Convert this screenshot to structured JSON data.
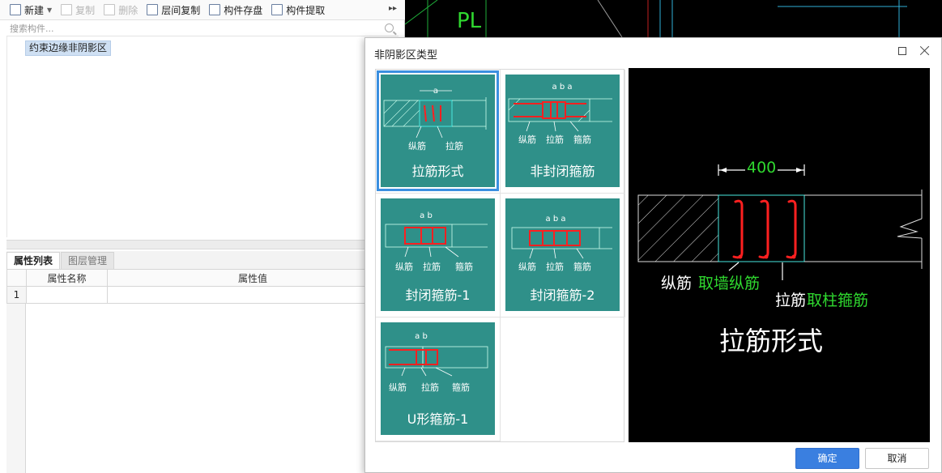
{
  "toolbar": {
    "new_label": "新建",
    "copy_label": "复制",
    "delete_label": "删除",
    "layer_copy_label": "层间复制",
    "save_label": "构件存盘",
    "extract_label": "构件提取"
  },
  "search": {
    "placeholder": "搜索构件..."
  },
  "tree": {
    "item": "约束边缘非阴影区"
  },
  "tabs": {
    "properties": "属性列表",
    "layers": "图层管理"
  },
  "prop_table": {
    "col_name": "属性名称",
    "col_value": "属性值",
    "row1_num": "1"
  },
  "cad_bg": {
    "text": "PL"
  },
  "dialog": {
    "title": "非阴影区类型",
    "ok_label": "确定",
    "cancel_label": "取消"
  },
  "tiles": [
    {
      "label": "拉筋形式",
      "dims": "a",
      "notes": [
        "纵筋",
        "拉筋"
      ],
      "selected": true
    },
    {
      "label": "非封闭箍筋",
      "dims": "a  b  a",
      "notes": [
        "纵筋",
        "拉筋",
        "箍筋"
      ],
      "selected": false
    },
    {
      "label": "封闭箍筋-1",
      "dims": "a  b",
      "notes": [
        "纵筋",
        "拉筋",
        "箍筋"
      ],
      "selected": false
    },
    {
      "label": "封闭箍筋-2",
      "dims": "a  b  a",
      "notes": [
        "纵筋",
        "拉筋",
        "箍筋"
      ],
      "selected": false
    },
    {
      "label": "U形箍筋-1",
      "dims": "a  b",
      "notes": [
        "纵筋",
        "拉筋",
        "箍筋"
      ],
      "selected": false
    }
  ],
  "preview": {
    "dimension": "400",
    "label_long": "纵筋",
    "label_long_rule": "取墙纵筋",
    "label_tie": "拉筋",
    "label_tie_rule": "取柱箍筋",
    "title": "拉筋形式"
  },
  "colors": {
    "accent": "#3a7fe0",
    "tile_bg": "#2f9089",
    "rebar_red": "#ff2020",
    "cad_green": "#2fd82f"
  }
}
